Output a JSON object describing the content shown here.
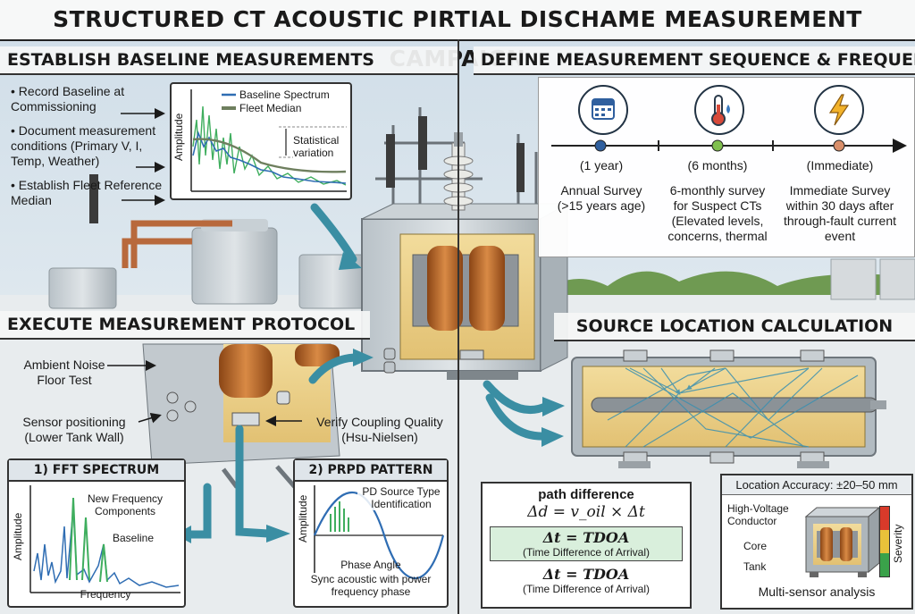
{
  "title": "STRUCTURED CT ACOUSTIC PIRTIAL DISCHAME MEASUREMENT CAMPAIGN",
  "baseline": {
    "heading": "ESTABLISH BASELINE MEASUREMENTS",
    "bullets": [
      "Record Baseline at Commissioning",
      "Document measurement conditions (Primary V, I, Temp, Weather)",
      "Establish Fleet Reference Median"
    ],
    "chart": {
      "ylabel": "Amplitude",
      "legend": [
        "Baseline Spectrum",
        "Fleet Median"
      ],
      "annotation": "Statistical variation",
      "colors": {
        "baseline": "#2f6db3",
        "median": "#6e7f5e",
        "peaks": "#3fae5e"
      }
    }
  },
  "sequence": {
    "heading": "DEFINE MEASUREMENT SEQUENCE & FREQUENCY",
    "items": [
      {
        "icon": "calendar-icon",
        "period": "(1 year)",
        "desc": "Annual Survey (>15 years age)",
        "dot": "#2f5f9e"
      },
      {
        "icon": "thermometer-icon",
        "period": "(6 months)",
        "desc": "6-monthly survey for Suspect CTs (Elevated levels, concerns, thermal",
        "dot": "#7fbf4d"
      },
      {
        "icon": "lightning-icon",
        "period": "(Immediate)",
        "desc": "Immediate Survey within 30 days after through-fault current event",
        "dot": "#d98f6a"
      }
    ]
  },
  "protocol": {
    "heading": "EXECUTE MEASUREMENT PROTOCOL",
    "labels": {
      "ambient": "Ambient Noise Floor Test",
      "sensor": "Sensor positioning (Lower Tank Wall)",
      "coupling": "Verify Coupling Quality (Hsu-Nielsen)"
    },
    "fft": {
      "title": "1) FFT SPECTRUM",
      "ylabel": "Amplitude",
      "xlabel": "Frequency",
      "new_components": "New Frequency Components",
      "baseline": "Baseline"
    },
    "prpd": {
      "title": "2) PRPD PATTERN",
      "ylabel": "Amplitude",
      "xlabel": "Phase Angle",
      "source_type": "PD Source Type Identification",
      "note": "Sync acoustic with power frequency phase"
    }
  },
  "location": {
    "heading": "SOURCE LOCATION CALCULATION",
    "path_title": "path difference",
    "path_eq": "Δd = v_oil × Δt",
    "tdoa_1": "Δt = TDOA",
    "tdoa_1_sub": "(Time Difference of Arrival)",
    "tdoa_2": "Δt = TDOA",
    "tdoa_2_sub": "(Time Difference of Arrival)",
    "accuracy": "Location Accuracy: ±20–50 mm",
    "hv_conductor": "High-Voltage Conductor",
    "core": "Core",
    "tank": "Tank",
    "severity": "Severity",
    "multi": "Multi-sensor analysis",
    "severity_colors": [
      "#d83a2a",
      "#e8c23a",
      "#3aa24a"
    ]
  }
}
